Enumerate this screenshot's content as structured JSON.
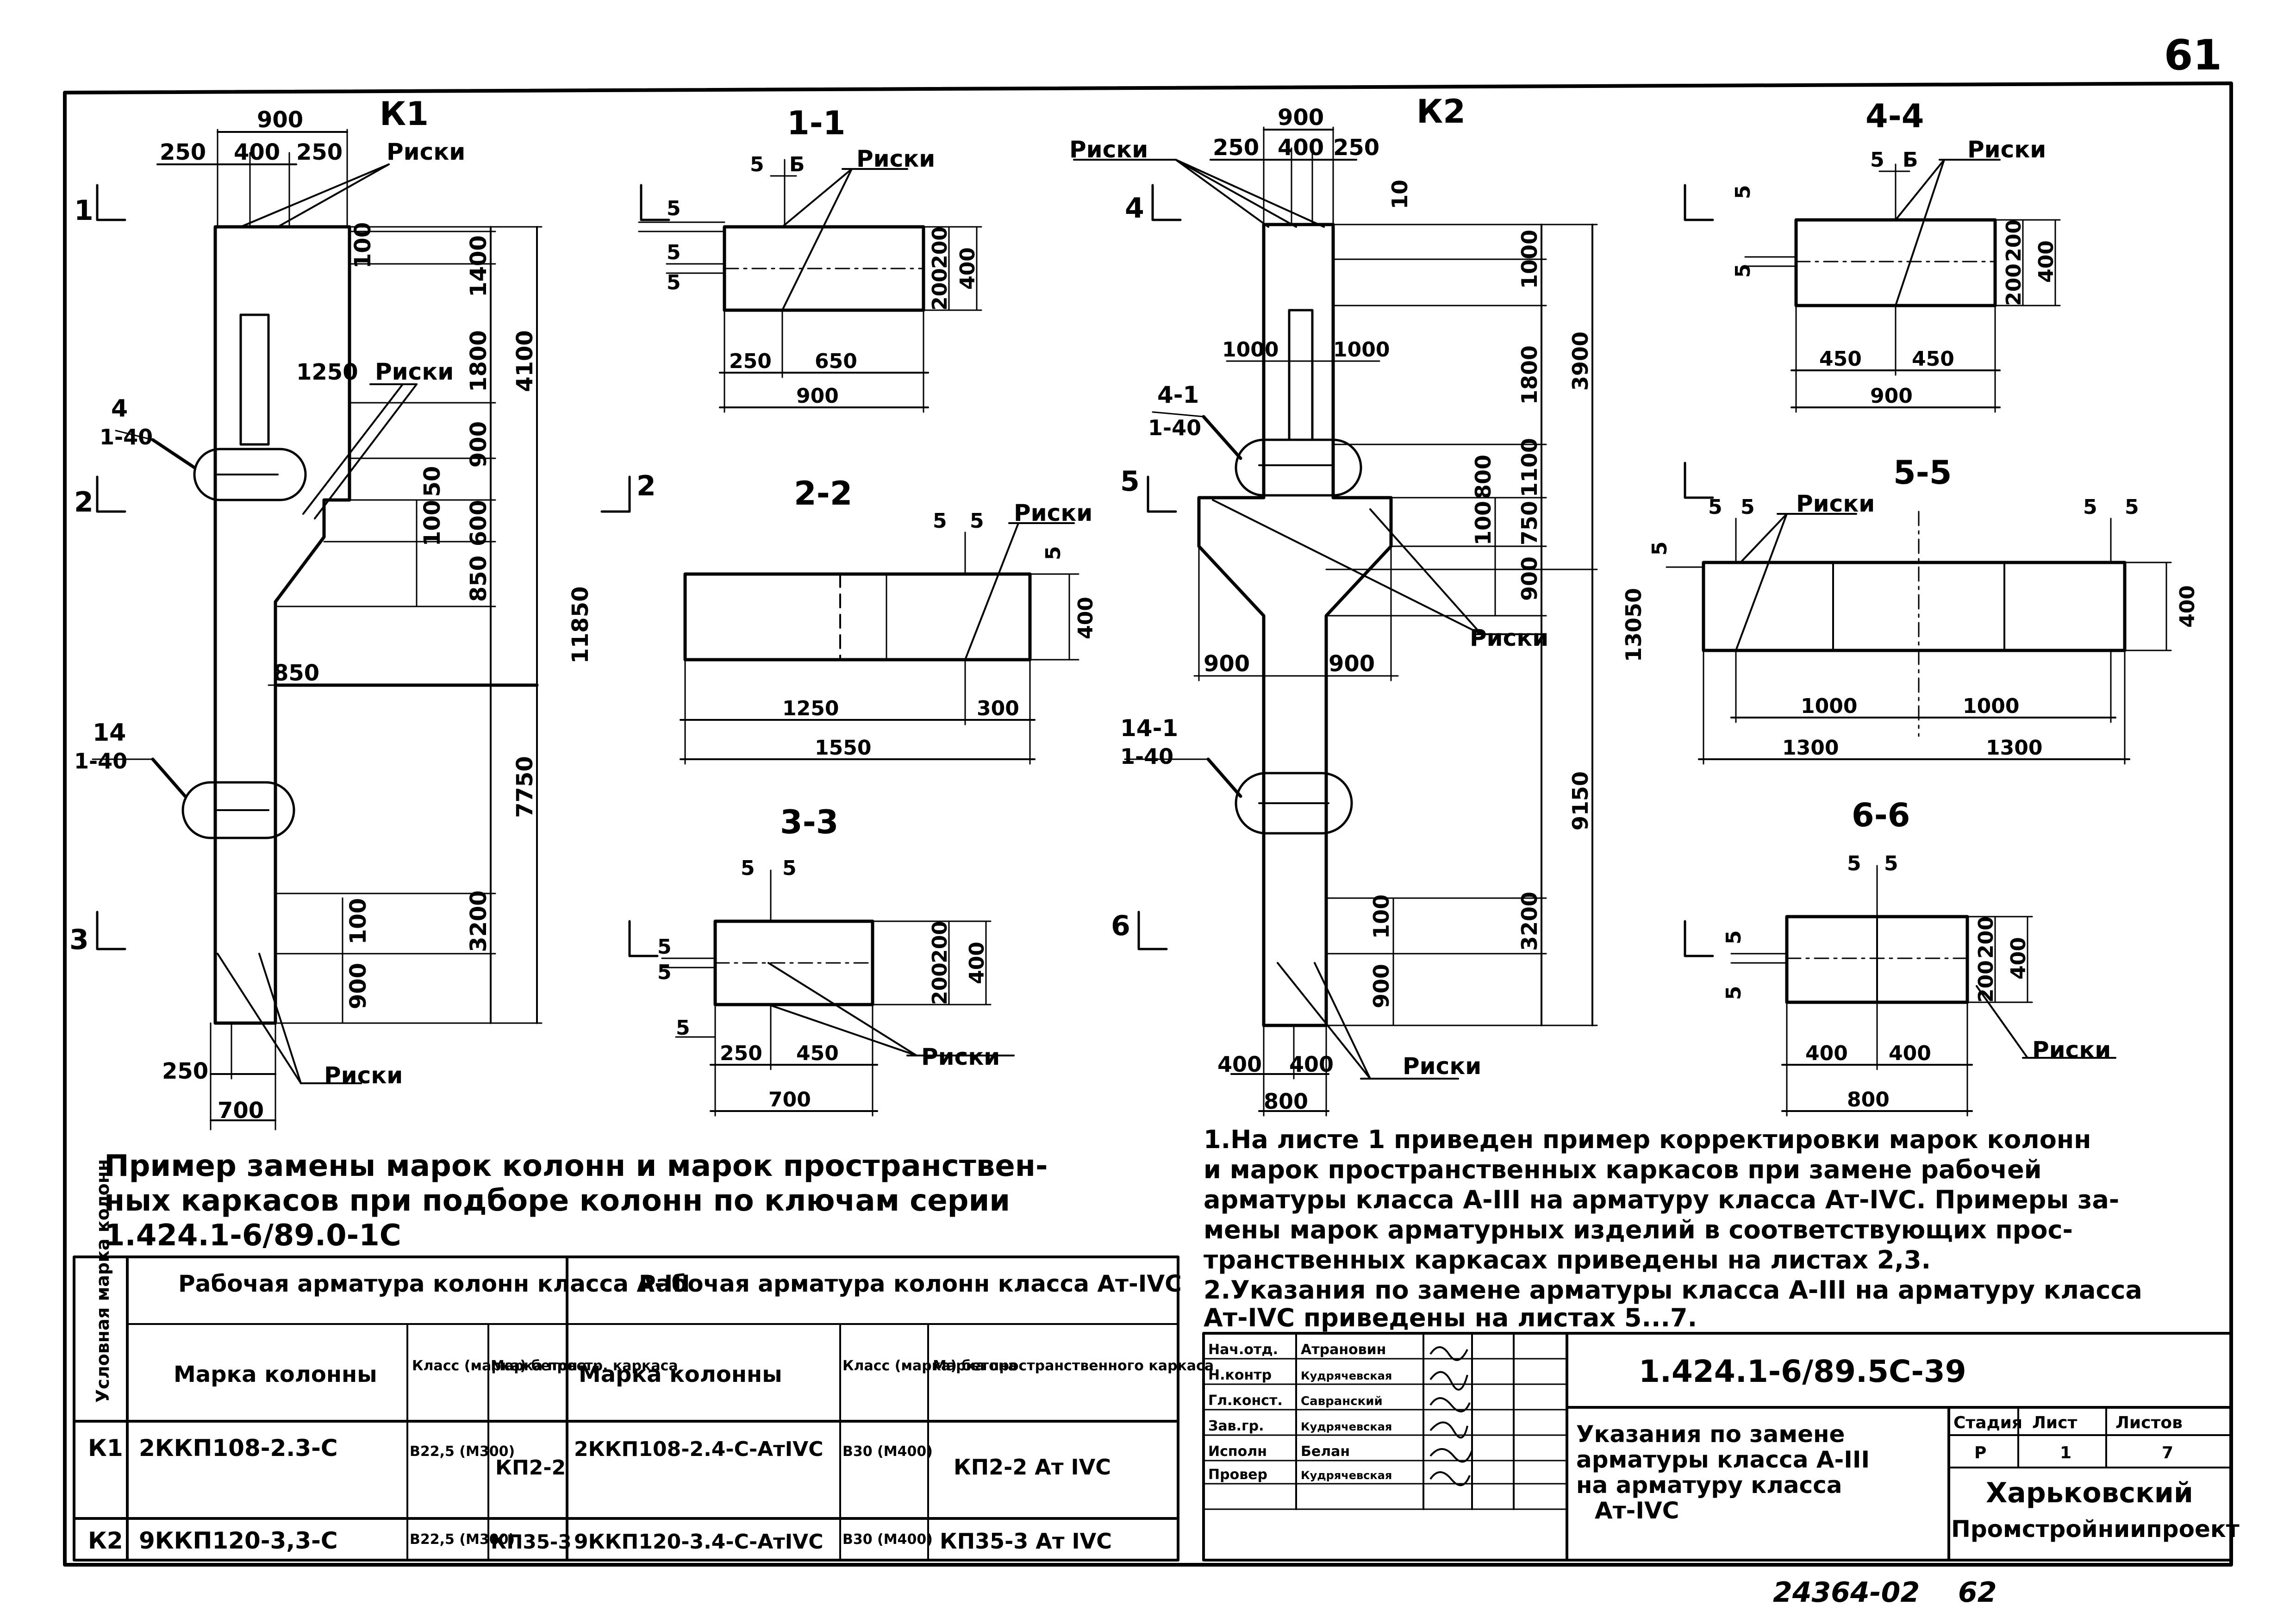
{
  "sheet_number_top": "61",
  "k1": {
    "title": "К1",
    "dims_top": [
      "900",
      "250",
      "400",
      "250"
    ],
    "riski": "Риски",
    "dims_right": [
      "100",
      "1400",
      "1800",
      "900",
      "600",
      "850",
      "4100",
      "11850",
      "7750",
      "3200",
      "900",
      "100"
    ],
    "dims_small": [
      "100",
      "50"
    ],
    "dim_1250": "1250",
    "dim_850": "850",
    "dim_250": "250",
    "dim_700": "700",
    "node_a": "4",
    "node_a_ref": "1-40",
    "node_b": "14",
    "node_b_ref": "1-40",
    "cut_marks": [
      "1",
      "2",
      "2",
      "3"
    ]
  },
  "k2": {
    "title": "К2",
    "dims_top": [
      "900",
      "250",
      "400",
      "250"
    ],
    "riski": "Риски",
    "dims_right": [
      "10",
      "1000",
      "1800",
      "1100",
      "800",
      "750",
      "900",
      "3900",
      "13050",
      "9150",
      "3200",
      "900",
      "100"
    ],
    "dim_100": "100",
    "dim_1000a": "1000",
    "dim_1000b": "1000",
    "dim_900a": "900",
    "dim_900b": "900",
    "dim_400a": "400",
    "dim_400b": "400",
    "dim_800": "800",
    "node_a": "4-1",
    "node_a_ref": "1-40",
    "node_b": "14-1",
    "node_b_ref": "1-40",
    "cut_marks": [
      "4",
      "5",
      "6"
    ]
  },
  "sections": {
    "s1": {
      "title": "1-1",
      "riski": "Риски",
      "d": [
        "5",
        "Б",
        "5",
        "5",
        "5",
        "200",
        "200",
        "400",
        "250",
        "650",
        "900"
      ]
    },
    "s2": {
      "title": "2-2",
      "riski": "Риски",
      "d": [
        "5",
        "5",
        "5",
        "400",
        "1250",
        "300",
        "1550"
      ]
    },
    "s3": {
      "title": "3-3",
      "riski": "Риски",
      "d": [
        "5",
        "5",
        "5",
        "5",
        "5",
        "200",
        "200",
        "400",
        "250",
        "450",
        "700"
      ]
    },
    "s4": {
      "title": "4-4",
      "riski": "Риски",
      "d": [
        "5",
        "Б",
        "5",
        "5",
        "200",
        "200",
        "400",
        "450",
        "450",
        "900"
      ]
    },
    "s5": {
      "title": "5-5",
      "riski": "Риски",
      "d": [
        "5",
        "5",
        "5",
        "5",
        "5",
        "400",
        "1000",
        "1000",
        "1300",
        "1300"
      ]
    },
    "s6": {
      "title": "6-6",
      "riski": "Риски",
      "d": [
        "5",
        "5",
        "5",
        "5",
        "200",
        "200",
        "400",
        "400",
        "400",
        "800"
      ]
    }
  },
  "example_heading": [
    "Пример замены марок колонн и марок пространствен-",
    "ных каркасов при подборе колонн по ключам серии",
    "1.424.1-6/89.0-1С"
  ],
  "notes": [
    "1.На листе 1 приведен пример корректировки марок колонн",
    "и марок пространственных каркасов при замене рабочей",
    "арматуры класса А-III на арматуру класса Ат-IVС. Примеры за-",
    "мены марок арматурных изделий в соответствующих прос-",
    "транственных каркасах приведены на листах 2,3.",
    "2.Указания по замене арматуры класса А-III на арматуру класса",
    "Ат-IVС приведены на листах 5...7."
  ],
  "table": {
    "col_uslovn": "Условная марка колонн",
    "group1": "Рабочая арматура колонн класса А-III",
    "group2": "Рабочая арматура колонн класса Ат-IVС",
    "h_marka": "Марка колонны",
    "h_klass": "Класс (марка) бетона",
    "h_karkas1": "Марка простр. каркаса",
    "h_marka2": "Марка колонны",
    "h_klass2": "Класс (марка) бетона",
    "h_karkas2": "Марка пространственного каркаса",
    "rows": [
      {
        "u": "К1",
        "m": "2ККП108-2.3-С",
        "k": "В22,5 (М300)",
        "p": "КП2-2",
        "m2": "2ККП108-2.4-С-АтIVС",
        "k2": "В30 (М400)",
        "p2": "КП2-2 Ат IVС"
      },
      {
        "u": "К2",
        "m": "9ККП120-3,3-С",
        "k": "В22,5 (М300)",
        "p": "КП35-3",
        "m2": "9ККП120-3.4-С-АтIVС",
        "k2": "В30 (М400)",
        "p2": "КП35-3 Ат IVС"
      }
    ]
  },
  "stamp": {
    "code": "1.424.1-6/89.5С-39",
    "title": [
      "Указания по замене",
      "арматуры класса А-III",
      "на арматуру класса",
      "Ат-IVС"
    ],
    "stadiya_h": "Стадия",
    "list_h": "Лист",
    "listov_h": "Листов",
    "stadiya": "Р",
    "list": "1",
    "listov": "7",
    "org": [
      "Харьковский",
      "Промстройниипроект"
    ],
    "people": [
      {
        "role": "Нач.отд.",
        "name": "Атрановин"
      },
      {
        "role": "Н.контр",
        "name": "Кудрячевская"
      },
      {
        "role": "Гл.конст.",
        "name": "Савранский"
      },
      {
        "role": "Зав.гр.",
        "name": "Кудрячевская"
      },
      {
        "role": "Исполн",
        "name": "Белан"
      },
      {
        "role": "Провер",
        "name": "Кудрячевская"
      }
    ]
  },
  "bottom_code": "24364-02",
  "bottom_page": "62"
}
